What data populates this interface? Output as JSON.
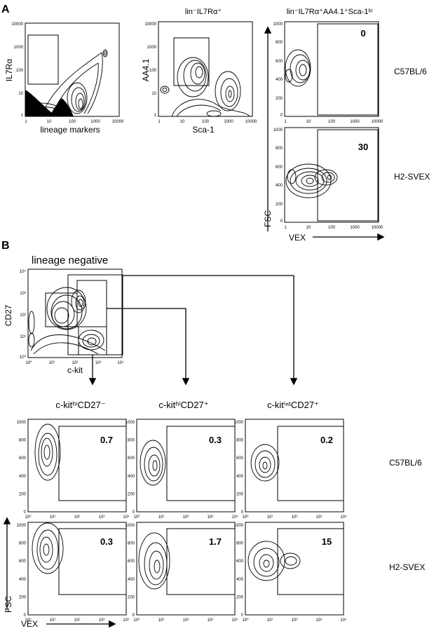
{
  "panel_a": {
    "label": "A",
    "plot1": {
      "xlabel": "lineage markers",
      "ylabel": "IL7Rα"
    },
    "plot2": {
      "title": "lin⁻IL7Rα⁺",
      "xlabel": "Sca-1",
      "ylabel": "AA4.1"
    },
    "plot3": {
      "title": "lin⁻IL7Rα⁺AA4.1⁺Sca-1ˡᵒ"
    },
    "top_value": "0",
    "bottom_value": "30",
    "fsc_label": "FSC",
    "vex_label": "VEX",
    "strain_top": "C57BL/6",
    "strain_bottom": "H2-SVEX",
    "linear_ticks": [
      "0",
      "200",
      "400",
      "600",
      "800",
      "1000"
    ],
    "log_ticks": [
      "1",
      "10",
      "100",
      "1000",
      "10000"
    ]
  },
  "panel_b": {
    "label": "B",
    "gate_title": "lineage negative",
    "ylabel": "CD27",
    "xlabel": "c-kit",
    "log_ticks": [
      "10⁰",
      "10¹",
      "10²",
      "10³",
      "10⁴"
    ],
    "linear_ticks": [
      "0",
      "200",
      "400",
      "600",
      "800",
      "1000"
    ],
    "columns": [
      {
        "title": "c-kitʰⁱCD27⁻",
        "top_value": "0.7",
        "bottom_value": "0.3"
      },
      {
        "title": "c-kitʰⁱCD27⁺",
        "top_value": "0.3",
        "bottom_value": "1.7"
      },
      {
        "title": "c-kitⁱⁿᵗCD27⁺",
        "top_value": "0.2",
        "bottom_value": "15"
      }
    ],
    "strain_top": "C57BL/6",
    "strain_bottom": "H2-SVEX",
    "fsc_label": "FSC",
    "vex_label": "VEX"
  }
}
